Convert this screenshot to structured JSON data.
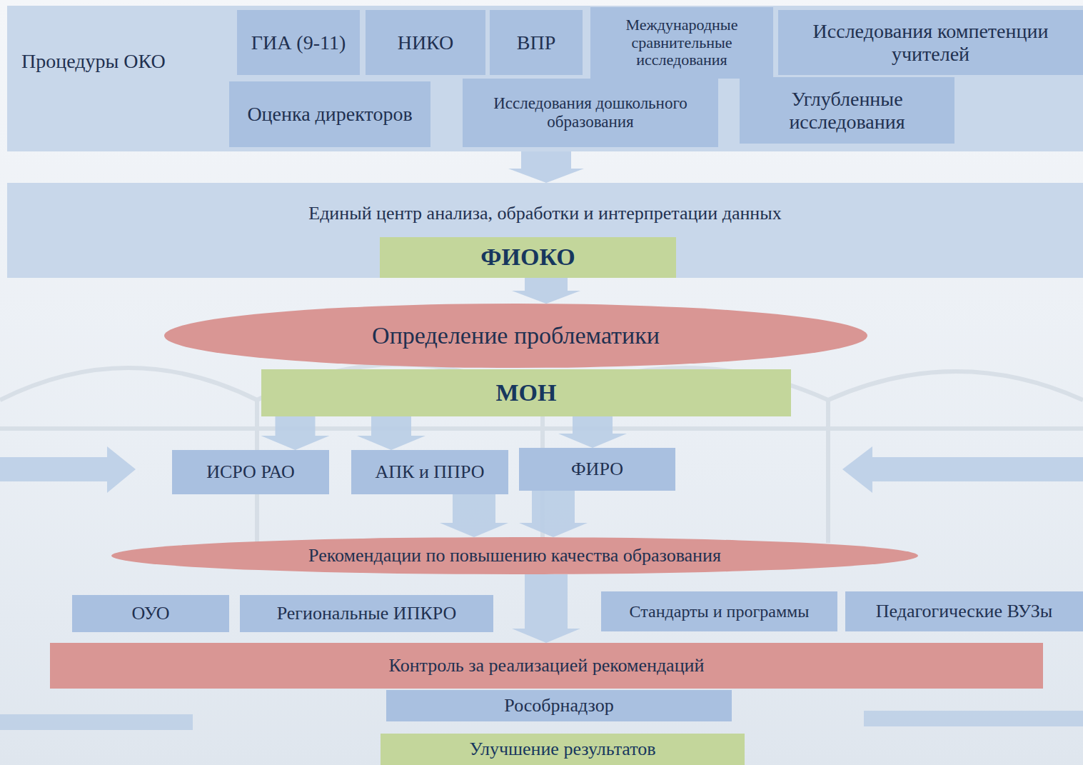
{
  "diagram": {
    "nodes": [
      {
        "text": [
          "Процедуры ОКО"
        ]
      },
      {
        "text": [
          "ГИА (9-11)"
        ],
        "in": 0
      },
      {
        "text": [
          "НИКО"
        ],
        "in": 0
      },
      {
        "text": [
          "ВПР"
        ],
        "in": 0
      },
      {
        "text": [
          "Международные сравнительные исследования"
        ],
        "in": 0
      },
      {
        "text": [
          "Исследования компетенции учителей"
        ],
        "in": 0
      },
      {
        "text": [
          "Оценка директоров"
        ],
        "in": 0
      },
      {
        "text": [
          "Исследования дошкольного образования"
        ],
        "in": 0
      },
      {
        "text": [
          "Углубленные исследования"
        ],
        "in": 0
      },
      {
        "text": [
          "Единый центр анализа, обработки и интерпретации данных"
        ]
      },
      {
        "text": [
          "ФИОКО"
        ],
        "in": 9
      },
      {
        "text": [
          "Определение проблематики"
        ]
      },
      {
        "text": [
          "МОН"
        ]
      },
      {
        "text": [
          "ИСРО РАО"
        ]
      },
      {
        "text": [
          "АПК и ППРО"
        ]
      },
      {
        "text": [
          "ФИРО"
        ]
      },
      {
        "text": [
          "Рекомендации по повышению качества образования"
        ]
      },
      {
        "text": [
          "ОУО"
        ]
      },
      {
        "text": [
          "Региональные ИПКРО"
        ]
      },
      {
        "text": [
          "Стандарты и программы"
        ]
      },
      {
        "text": [
          "Педагогические ВУЗы"
        ]
      },
      {
        "text": [
          "Контроль за реализацией рекомендаций"
        ]
      },
      {
        "text": [
          "Рособрнадзор"
        ]
      },
      {
        "text": [
          "Улучшение результатов"
        ]
      }
    ],
    "edges": [
      {
        "from": 0,
        "to": 9,
        "arrow": "to"
      },
      {
        "from": 9,
        "to": 11,
        "arrow": "to"
      },
      {
        "from": 12,
        "to": 13,
        "arrow": "to"
      },
      {
        "from": 12,
        "to": 14,
        "arrow": "to"
      },
      {
        "from": 12,
        "to": 15,
        "arrow": "to"
      },
      {
        "from": 14,
        "to": 16,
        "arrow": "to"
      },
      {
        "from": 15,
        "to": 16,
        "arrow": "to"
      },
      {
        "from": 16,
        "to": 21,
        "arrow": "to"
      }
    ]
  }
}
